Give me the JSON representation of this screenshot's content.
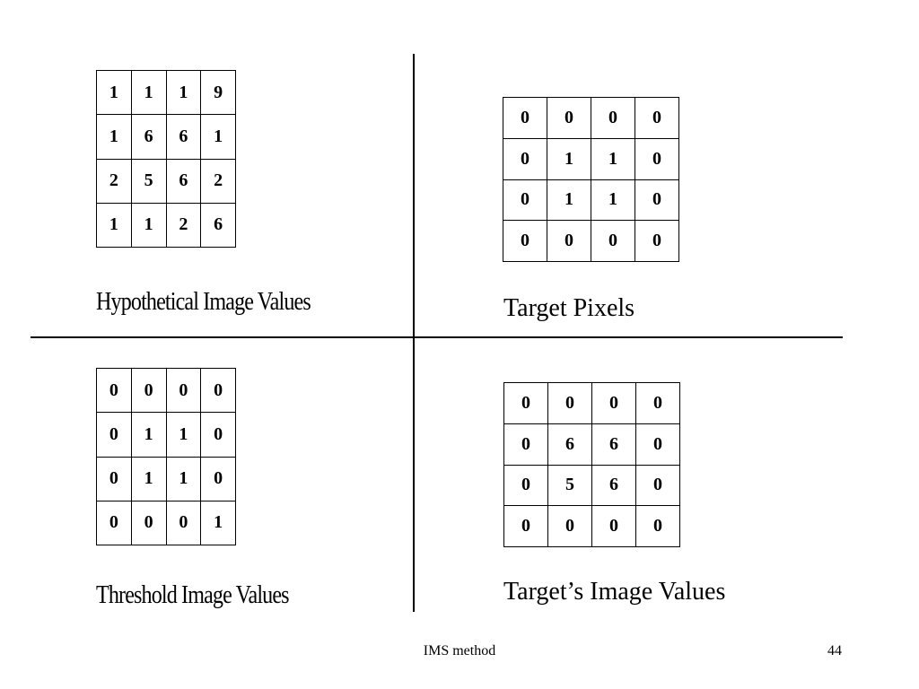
{
  "panels": {
    "hypothetical": {
      "caption": "Hypothetical Image Values",
      "rows": [
        [
          "1",
          "1",
          "1",
          "9"
        ],
        [
          "1",
          "6",
          "6",
          "1"
        ],
        [
          "2",
          "5",
          "6",
          "2"
        ],
        [
          "1",
          "1",
          "2",
          "6"
        ]
      ]
    },
    "target_pixels": {
      "caption": "Target Pixels",
      "rows": [
        [
          "0",
          "0",
          "0",
          "0"
        ],
        [
          "0",
          "1",
          "1",
          "0"
        ],
        [
          "0",
          "1",
          "1",
          "0"
        ],
        [
          "0",
          "0",
          "0",
          "0"
        ]
      ]
    },
    "threshold": {
      "caption": "Threshold Image Values",
      "rows": [
        [
          "0",
          "0",
          "0",
          "0"
        ],
        [
          "0",
          "1",
          "1",
          "0"
        ],
        [
          "0",
          "1",
          "1",
          "0"
        ],
        [
          "0",
          "0",
          "0",
          "1"
        ]
      ]
    },
    "target_image": {
      "caption": "Target’s Image Values",
      "rows": [
        [
          "0",
          "0",
          "0",
          "0"
        ],
        [
          "0",
          "6",
          "6",
          "0"
        ],
        [
          "0",
          "5",
          "6",
          "0"
        ],
        [
          "0",
          "0",
          "0",
          "0"
        ]
      ]
    }
  },
  "footer": {
    "title": "IMS method",
    "page_number": "44"
  }
}
